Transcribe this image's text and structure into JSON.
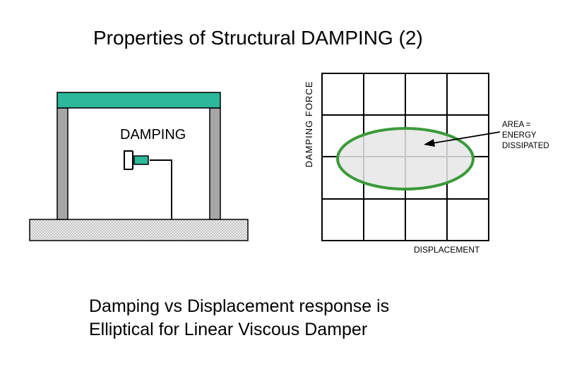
{
  "title": "Properties of Structural DAMPING (2)",
  "frame": {
    "damping_label": "DAMPING"
  },
  "plot": {
    "y_axis_label": "DAMPING FORCE",
    "x_axis_label": "DISPLACEMENT",
    "annotation": [
      "AREA =",
      "ENERGY",
      "DISSIPATED"
    ]
  },
  "caption": [
    "Damping vs Displacement response is",
    "Elliptical for Linear Viscous Damper"
  ],
  "colors": {
    "beam": "#2cb89a",
    "damper_piston": "#2cb89a",
    "columns": "#a6a6a6",
    "ellipse_stroke": "#3a9a3a",
    "ellipse_fill": "#e6e6e6",
    "ground": "#d9d9d9"
  }
}
